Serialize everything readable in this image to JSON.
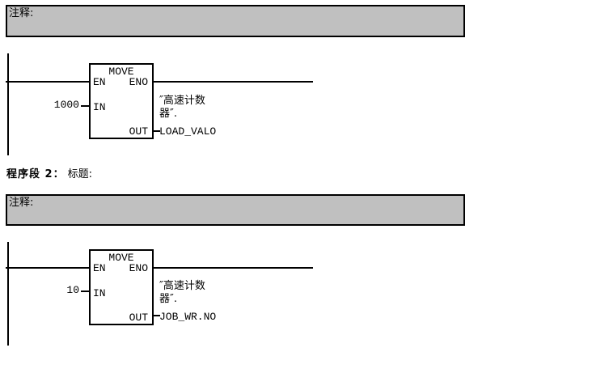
{
  "colors": {
    "comment_bg": "#c0c0c0",
    "line": "#000000",
    "background": "#ffffff"
  },
  "networks": [
    {
      "comment": "注释:",
      "block": {
        "title": "MOVE",
        "pin_en": "EN",
        "pin_eno": "ENO",
        "pin_in": "IN",
        "pin_out": "OUT"
      },
      "in_value": "1000",
      "out_operand": {
        "line1": "″高速计数",
        "line2": "器″.",
        "member": "LOAD_VALO"
      }
    },
    {
      "header_bold": "程序段 2：",
      "header_rest": "标题:",
      "comment": "注释:",
      "block": {
        "title": "MOVE",
        "pin_en": "EN",
        "pin_eno": "ENO",
        "pin_in": "IN",
        "pin_out": "OUT"
      },
      "in_value": "10",
      "out_operand": {
        "line1": "″高速计数",
        "line2": "器″.",
        "member": "JOB_WR.NO"
      }
    }
  ]
}
